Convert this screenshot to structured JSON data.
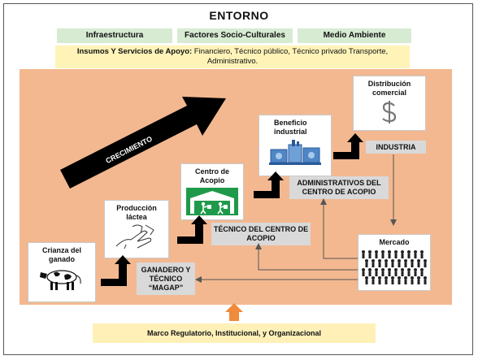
{
  "title": "ENTORNO",
  "environment": [
    "Infraestructura",
    "Factores Socio-Culturales",
    "Medio Ambiente"
  ],
  "supply": {
    "label": "Insumos Y Servicios de Apoyo:",
    "text": " Financiero, Técnico público, Técnico privado Transporte, Administrativo."
  },
  "growth_label": "CRECIMIENTO",
  "stages": {
    "crianza": "Crianza del ganado",
    "produccion": "Producción láctea",
    "acopio": "Centro de Acopio",
    "beneficio": "Beneficio industrial",
    "distribucion": "Distribución comercial",
    "mercado": "Mercado"
  },
  "actors": {
    "ganadero": "GANADERO Y TÉCNICO “MAGAP”",
    "tecnico": "TÉCNICO DEL CENTRO DE ACOPIO",
    "administrativos": "ADMINISTRATIVOS DEL CENTRO DE ACOPIO",
    "industria": "INDUSTRIA"
  },
  "regulatory": "Marco Regulatorio, Institucional, y Organizacional",
  "icons": {
    "dollar": "dollar-sign-icon",
    "cow": "cow-icon",
    "milking": "milking-hand-icon",
    "warehouse": "warehouse-icon",
    "factory": "factory-icon",
    "market": "market-crowd-icon"
  },
  "colors": {
    "background": "#f3b890",
    "environment": "#d7ebd2",
    "supply": "#fff3b8",
    "actor": "#d9d9d9",
    "warehouse": "#1e9a4a",
    "factory": "#4f86c6",
    "up_arrow": "#f08a3c"
  }
}
